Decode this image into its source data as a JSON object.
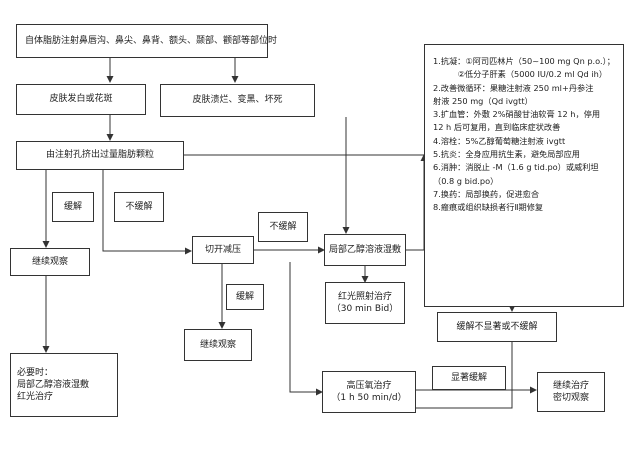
{
  "boxes": {
    "trigger": "自体脂肪注射鼻唇沟、鼻尖、鼻背、额头、颞部、颧部等部位时",
    "whitening": "皮肤发白或花斑",
    "necrosis": "皮肤溃烂、变黑、坏死",
    "fat_extrusion": "由注射孔挤出过量脂肪颗粒",
    "observe_left": "继续观察",
    "incision": "切开减压",
    "hyaluronidase": "局部乙醇溶液湿敷",
    "red_light": [
      "红光照射治疗",
      "（30 min Bid）"
    ],
    "observe_mid": "继续观察",
    "if_needed": [
      "必要时：",
      "局部乙醇溶液湿敷",
      "红光治疗"
    ],
    "hyperbaric": [
      "高压氧治疗",
      "（1 h 50 min/d）"
    ],
    "continue_treatment": [
      "继续治疗",
      "密切观察"
    ],
    "not_relieved_note": "缓解不显著或不缓解",
    "significant_relief": "显著缓解"
  },
  "treatment_steps": [
    "1.抗凝：①阿司匹林片（50~100 mg Qn p.o.）；",
    "　　　②低分子肝素（5000 IU/0.2 ml Qd ih）",
    "2.改善微循环：果糖注射液 250 ml+丹参注",
    "射液 250 mg（Qd  ivgtt）",
    "3.扩血管：外敷 2%硝酸甘油软膏 12 h，停用",
    "12 h 后可复用，直到临床症状改善",
    "4.溶栓：5%乙醇葡萄糖注射液 ivgtt",
    "5.抗炎：全身应用抗生素，避免局部应用",
    "6.消肿：消脱止 -M（1.6 g tid.po）或威利坦",
    "（0.8 g bid.po）",
    "7.换药：局部换药，促进愈合",
    "8.瘢痕或组织缺损者行Ⅱ期修复"
  ],
  "edge_labels": {
    "relieved_1": "缓解",
    "not_relieved_1": "不缓解",
    "not_relieved_2": "不缓解",
    "relieved_2": "缓解"
  }
}
